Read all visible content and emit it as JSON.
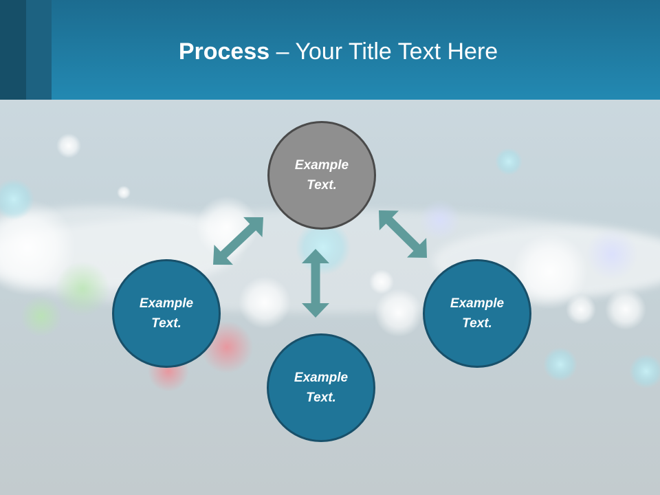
{
  "slide": {
    "title_bold": "Process",
    "title_rest": " – Your Title Text Here"
  },
  "diagram": {
    "nodes": [
      {
        "id": "top",
        "text": "Example\nText.",
        "color": "#8f8f8f"
      },
      {
        "id": "left",
        "text": "Example\nText.",
        "color": "#1f7598"
      },
      {
        "id": "right",
        "text": "Example\nText.",
        "color": "#1f7598"
      },
      {
        "id": "bottom",
        "text": "Example\nText.",
        "color": "#1f7598"
      }
    ],
    "arrow_color": "#5f9b9b"
  }
}
